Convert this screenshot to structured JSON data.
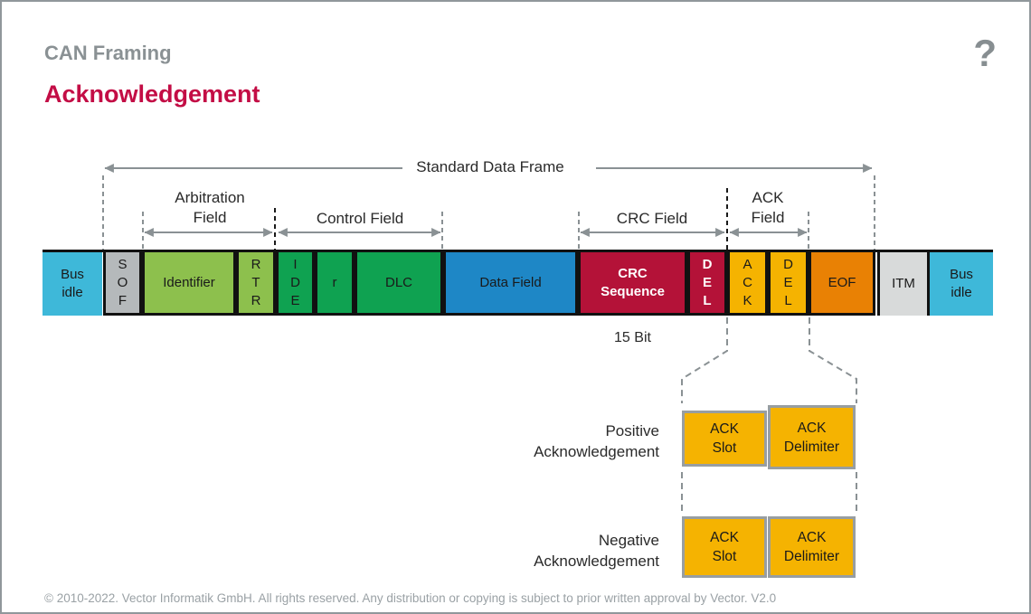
{
  "header": {
    "subtitle": "CAN Framing",
    "title": "Acknowledgement",
    "help_icon": "?"
  },
  "colors": {
    "title_crimson": "#C30D45",
    "bus_idle_cyan": "#3EB8D9",
    "sof_gray": "#B5B9BB",
    "arbitration_green": "#8DC04D",
    "control_green": "#0FA251",
    "data_field_blue": "#1E87C6",
    "crc_crimson": "#B41238",
    "ack_amber": "#F5B301",
    "eof_orange": "#E98104",
    "itm_gray": "#D8DADA",
    "line_gray": "#8A9194",
    "border_black": "#111111"
  },
  "frame": {
    "ranges": {
      "standard": "Standard Data Frame",
      "arbitration": "Arbitration\nField",
      "control": "Control Field",
      "crc": "CRC Field",
      "ack": "ACK\nField"
    },
    "crc_bits_note": "15 Bit",
    "segments": [
      {
        "name": "bus-idle-left",
        "label": "Bus\nidle"
      },
      {
        "name": "sof",
        "label": "S\nO\nF"
      },
      {
        "name": "identifier",
        "label": "Identifier"
      },
      {
        "name": "rtr",
        "label": "R\nT\nR"
      },
      {
        "name": "ide",
        "label": "I\nD\nE"
      },
      {
        "name": "reserved-bit",
        "label": "r"
      },
      {
        "name": "dlc",
        "label": "DLC"
      },
      {
        "name": "data-field",
        "label": "Data Field"
      },
      {
        "name": "crc-sequence",
        "label": "CRC\nSequence"
      },
      {
        "name": "crc-delimiter",
        "label": "D\nE\nL"
      },
      {
        "name": "ack-slot",
        "label": "A\nC\nK"
      },
      {
        "name": "ack-delimiter",
        "label": "D\nE\nL"
      },
      {
        "name": "eof",
        "label": "EOF"
      },
      {
        "name": "itm",
        "label": "ITM"
      },
      {
        "name": "bus-idle-right",
        "label": "Bus\nidle"
      }
    ]
  },
  "ack_detail": {
    "positive": {
      "label": "Positive\nAcknowledgement",
      "slot": "ACK\nSlot",
      "delimiter": "ACK\nDelimiter"
    },
    "negative": {
      "label": "Negative\nAcknowledgement",
      "slot": "ACK\nSlot",
      "delimiter": "ACK\nDelimiter"
    }
  },
  "footer": "© 2010-2022. Vector Informatik GmbH. All rights reserved. Any distribution or copying is subject to prior written approval by Vector. V2.0"
}
